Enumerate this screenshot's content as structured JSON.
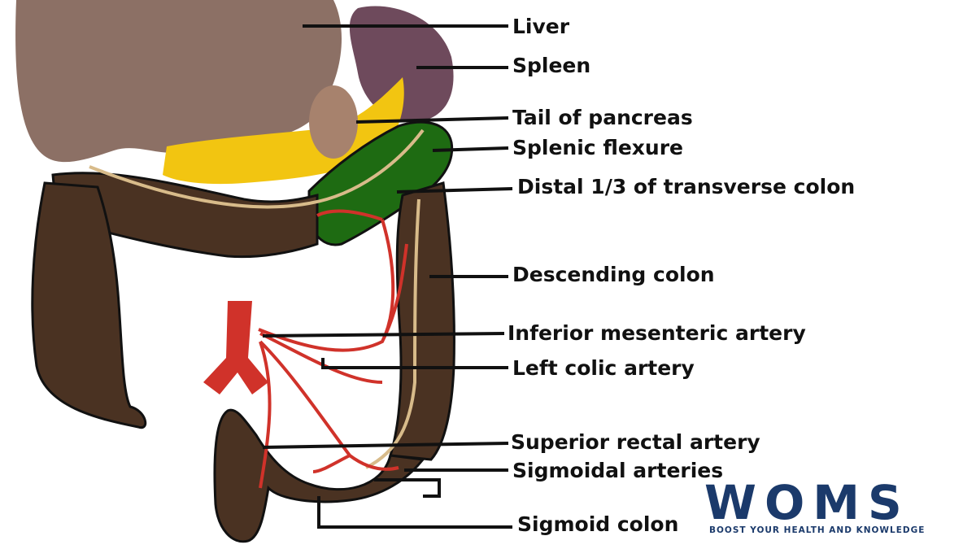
{
  "labels": {
    "liver": "Liver",
    "spleen": "Spleen",
    "tail_of_pancreas": "Tail of pancreas",
    "splenic_flexure": "Splenic flexure",
    "distal_transverse": "Distal 1/3 of transverse colon",
    "descending_colon": "Descending colon",
    "inferior_mesenteric_artery": "Inferior mesenteric artery",
    "left_colic_artery": "Left colic artery",
    "superior_rectal_artery": "Superior rectal artery",
    "sigmoidal_arteries": "Sigmoidal arteries",
    "sigmoid_colon": "Sigmoid colon"
  },
  "logo": {
    "wordmark": "WOMS",
    "tagline": "BOOST YOUR HEALTH AND KNOWLEDGE"
  },
  "colors": {
    "liver": "#8c7065",
    "spleen": "#6e4a5c",
    "pancreas": "#f2c511",
    "colon": "#4a3222",
    "green_region": "#1e6b12",
    "artery": "#d0322a",
    "brand": "#1b3a6b"
  }
}
